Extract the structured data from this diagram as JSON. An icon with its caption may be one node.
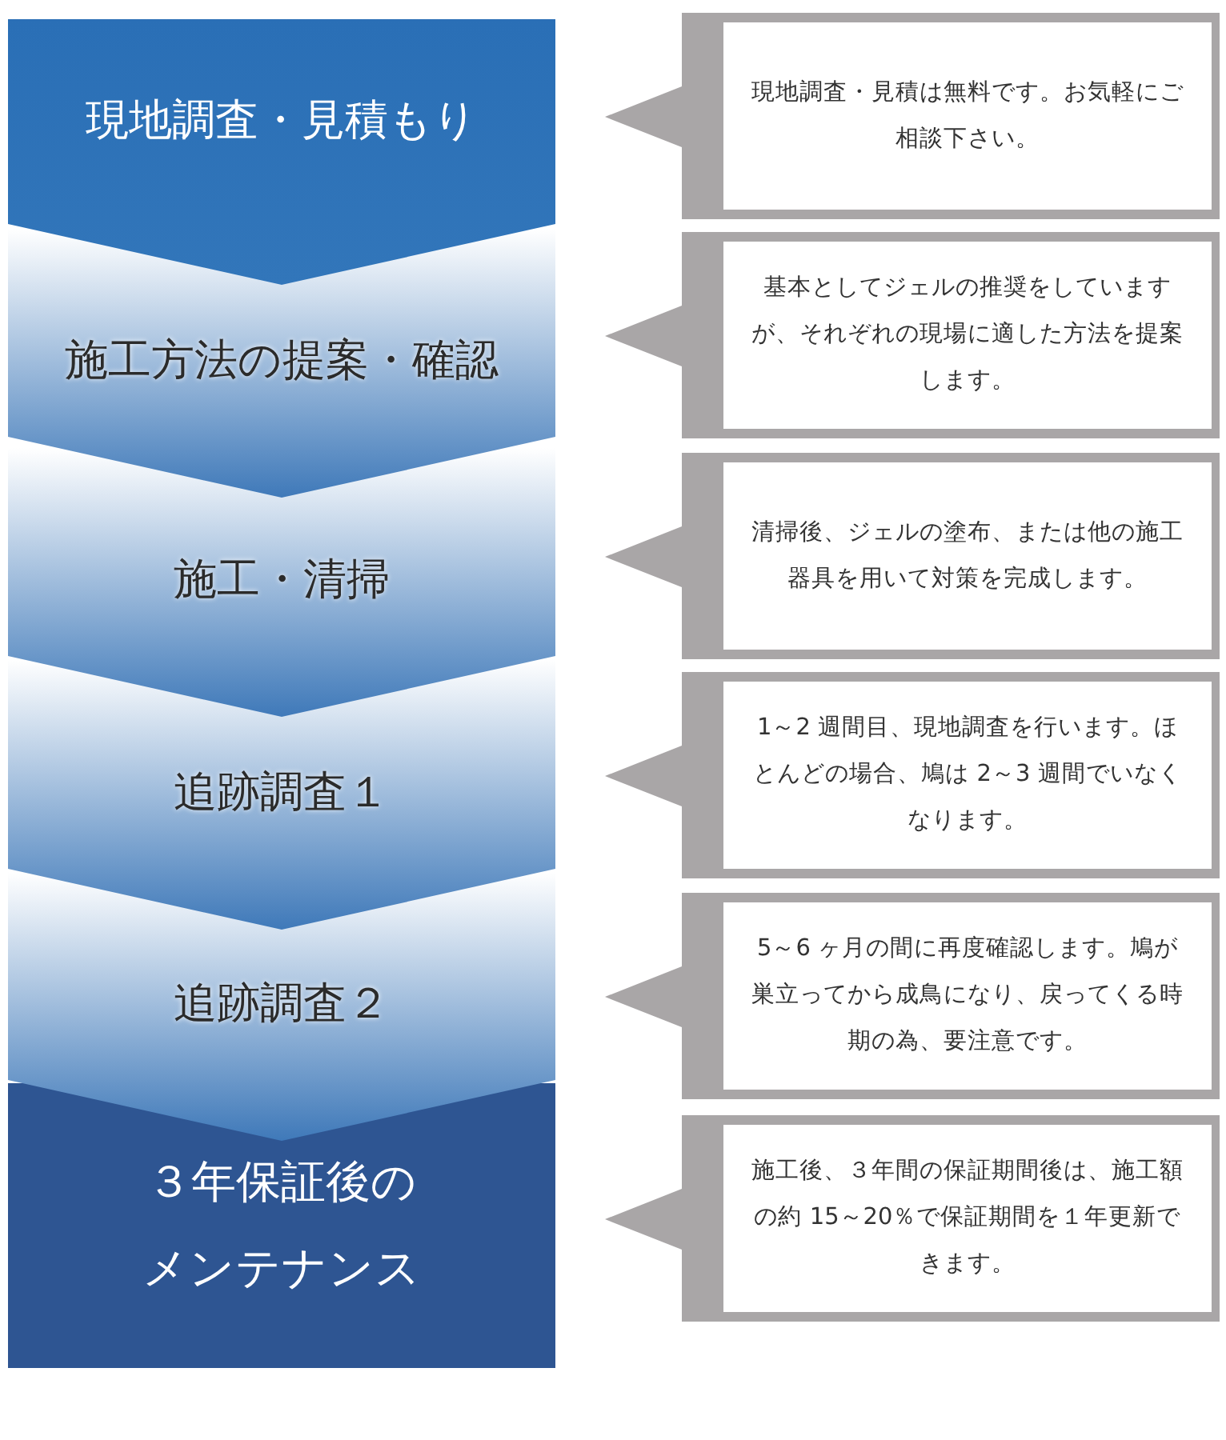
{
  "diagram": {
    "nodes": [
      {
        "text": [
          "現地調査・見積もり"
        ]
      },
      {
        "text": [
          "現地調査・見積は無料です。お気軽にご相談下さい。"
        ]
      },
      {
        "text": [
          "施工方法の提案・確認"
        ]
      },
      {
        "text": [
          "基本としてジェルの推奨をしていますが、それぞれの現場に適した方法を提案します。"
        ]
      },
      {
        "text": [
          "施工・清掃"
        ]
      },
      {
        "text": [
          "清掃後、ジェルの塗布、または他の施工器具を用いて対策を完成します。"
        ]
      },
      {
        "text": [
          "追跡調査１"
        ]
      },
      {
        "text": [
          "1～2 週間目、現地調査を行います。ほとんどの場合、鳩は 2～3 週間でいなくなります。"
        ]
      },
      {
        "text": [
          "追跡調査２"
        ]
      },
      {
        "text": [
          "5～6 ヶ月の間に再度確認します。鳩が巣立ってから成鳥になり、戻ってくる時期の為、要注意です。"
        ]
      },
      {
        "text": [
          "３年保証後のメンテナンス"
        ]
      },
      {
        "text": [
          "施工後、３年間の保証期間後は、施工額の約 15～20％で保証期間を１年更新できます。"
        ]
      }
    ]
  }
}
